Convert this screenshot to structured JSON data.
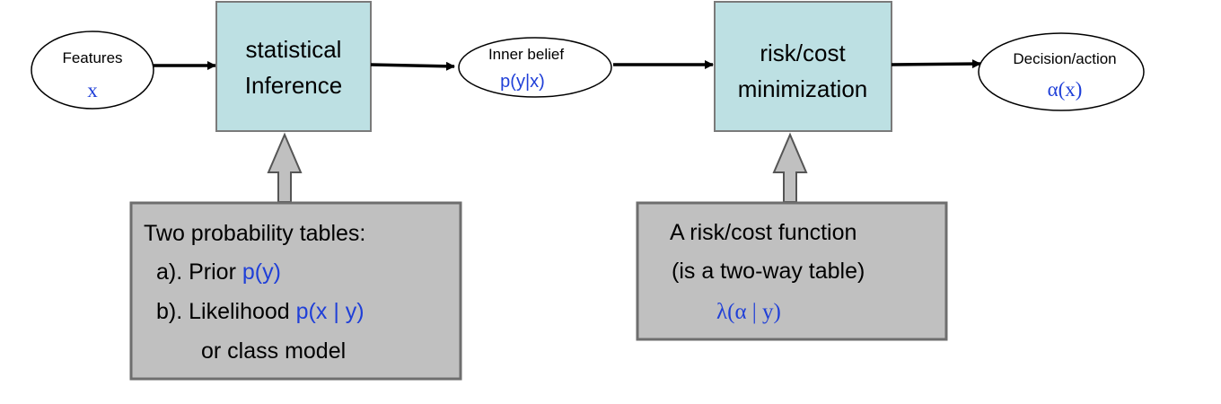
{
  "colors": {
    "process_fill": "#bde0e3",
    "table_fill": "#c0c0c0",
    "variable_blue": "#1f3fd8",
    "arrow": "#000000"
  },
  "features": {
    "label": "Features",
    "var": "x"
  },
  "inference": {
    "line1": "statistical",
    "line2": "Inference"
  },
  "belief": {
    "label": "Inner belief",
    "var": "p(y|x)"
  },
  "risk_min": {
    "line1": "risk/cost",
    "line2": "minimization"
  },
  "decision": {
    "label": "Decision/action",
    "var": "α(x)"
  },
  "prob_tables": {
    "heading": "Two probability tables:",
    "a_text": "a). Prior ",
    "a_var": "p(y)",
    "b_text": "b). Likelihood ",
    "b_var": "p(x | y)",
    "c_text": "or class model"
  },
  "risk_table": {
    "line1": "A  risk/cost function",
    "line2": "(is a two-way table)",
    "var": "λ(α | y)"
  }
}
